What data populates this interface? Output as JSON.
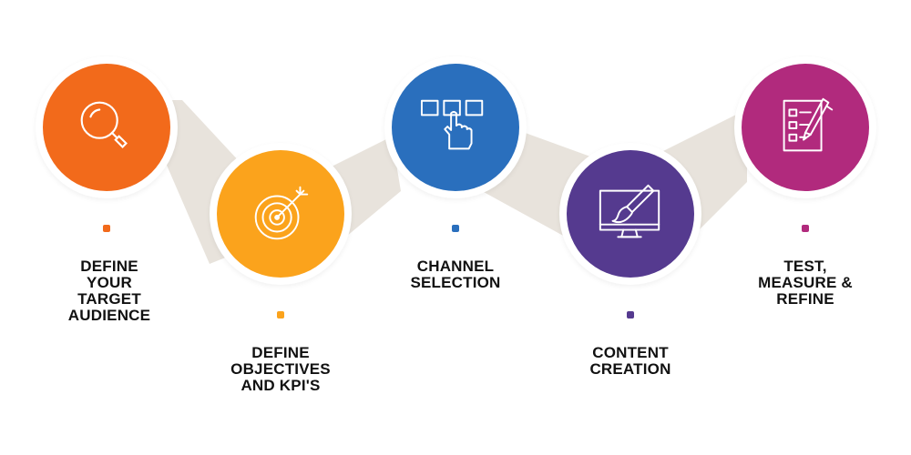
{
  "colors": {
    "connector": "#e8e3dc",
    "step1": "#f26a1b",
    "step2": "#fba31c",
    "step3": "#2a6fbd",
    "step4": "#553a8f",
    "step5": "#b12a7d"
  },
  "steps": [
    {
      "label": "DEFINE\nYOUR\nTARGET\nAUDIENCE",
      "icon": "magnifier-icon"
    },
    {
      "label": "DEFINE\nOBJECTIVES\nAND KPI'S",
      "icon": "target-arrow-icon"
    },
    {
      "label": "CHANNEL\nSELECTION",
      "icon": "hand-selecting-boxes-icon"
    },
    {
      "label": "CONTENT\nCREATION",
      "icon": "monitor-paintbrush-icon"
    },
    {
      "label": "TEST,\nMEASURE &\nREFINE",
      "icon": "checklist-pencil-icon"
    }
  ]
}
